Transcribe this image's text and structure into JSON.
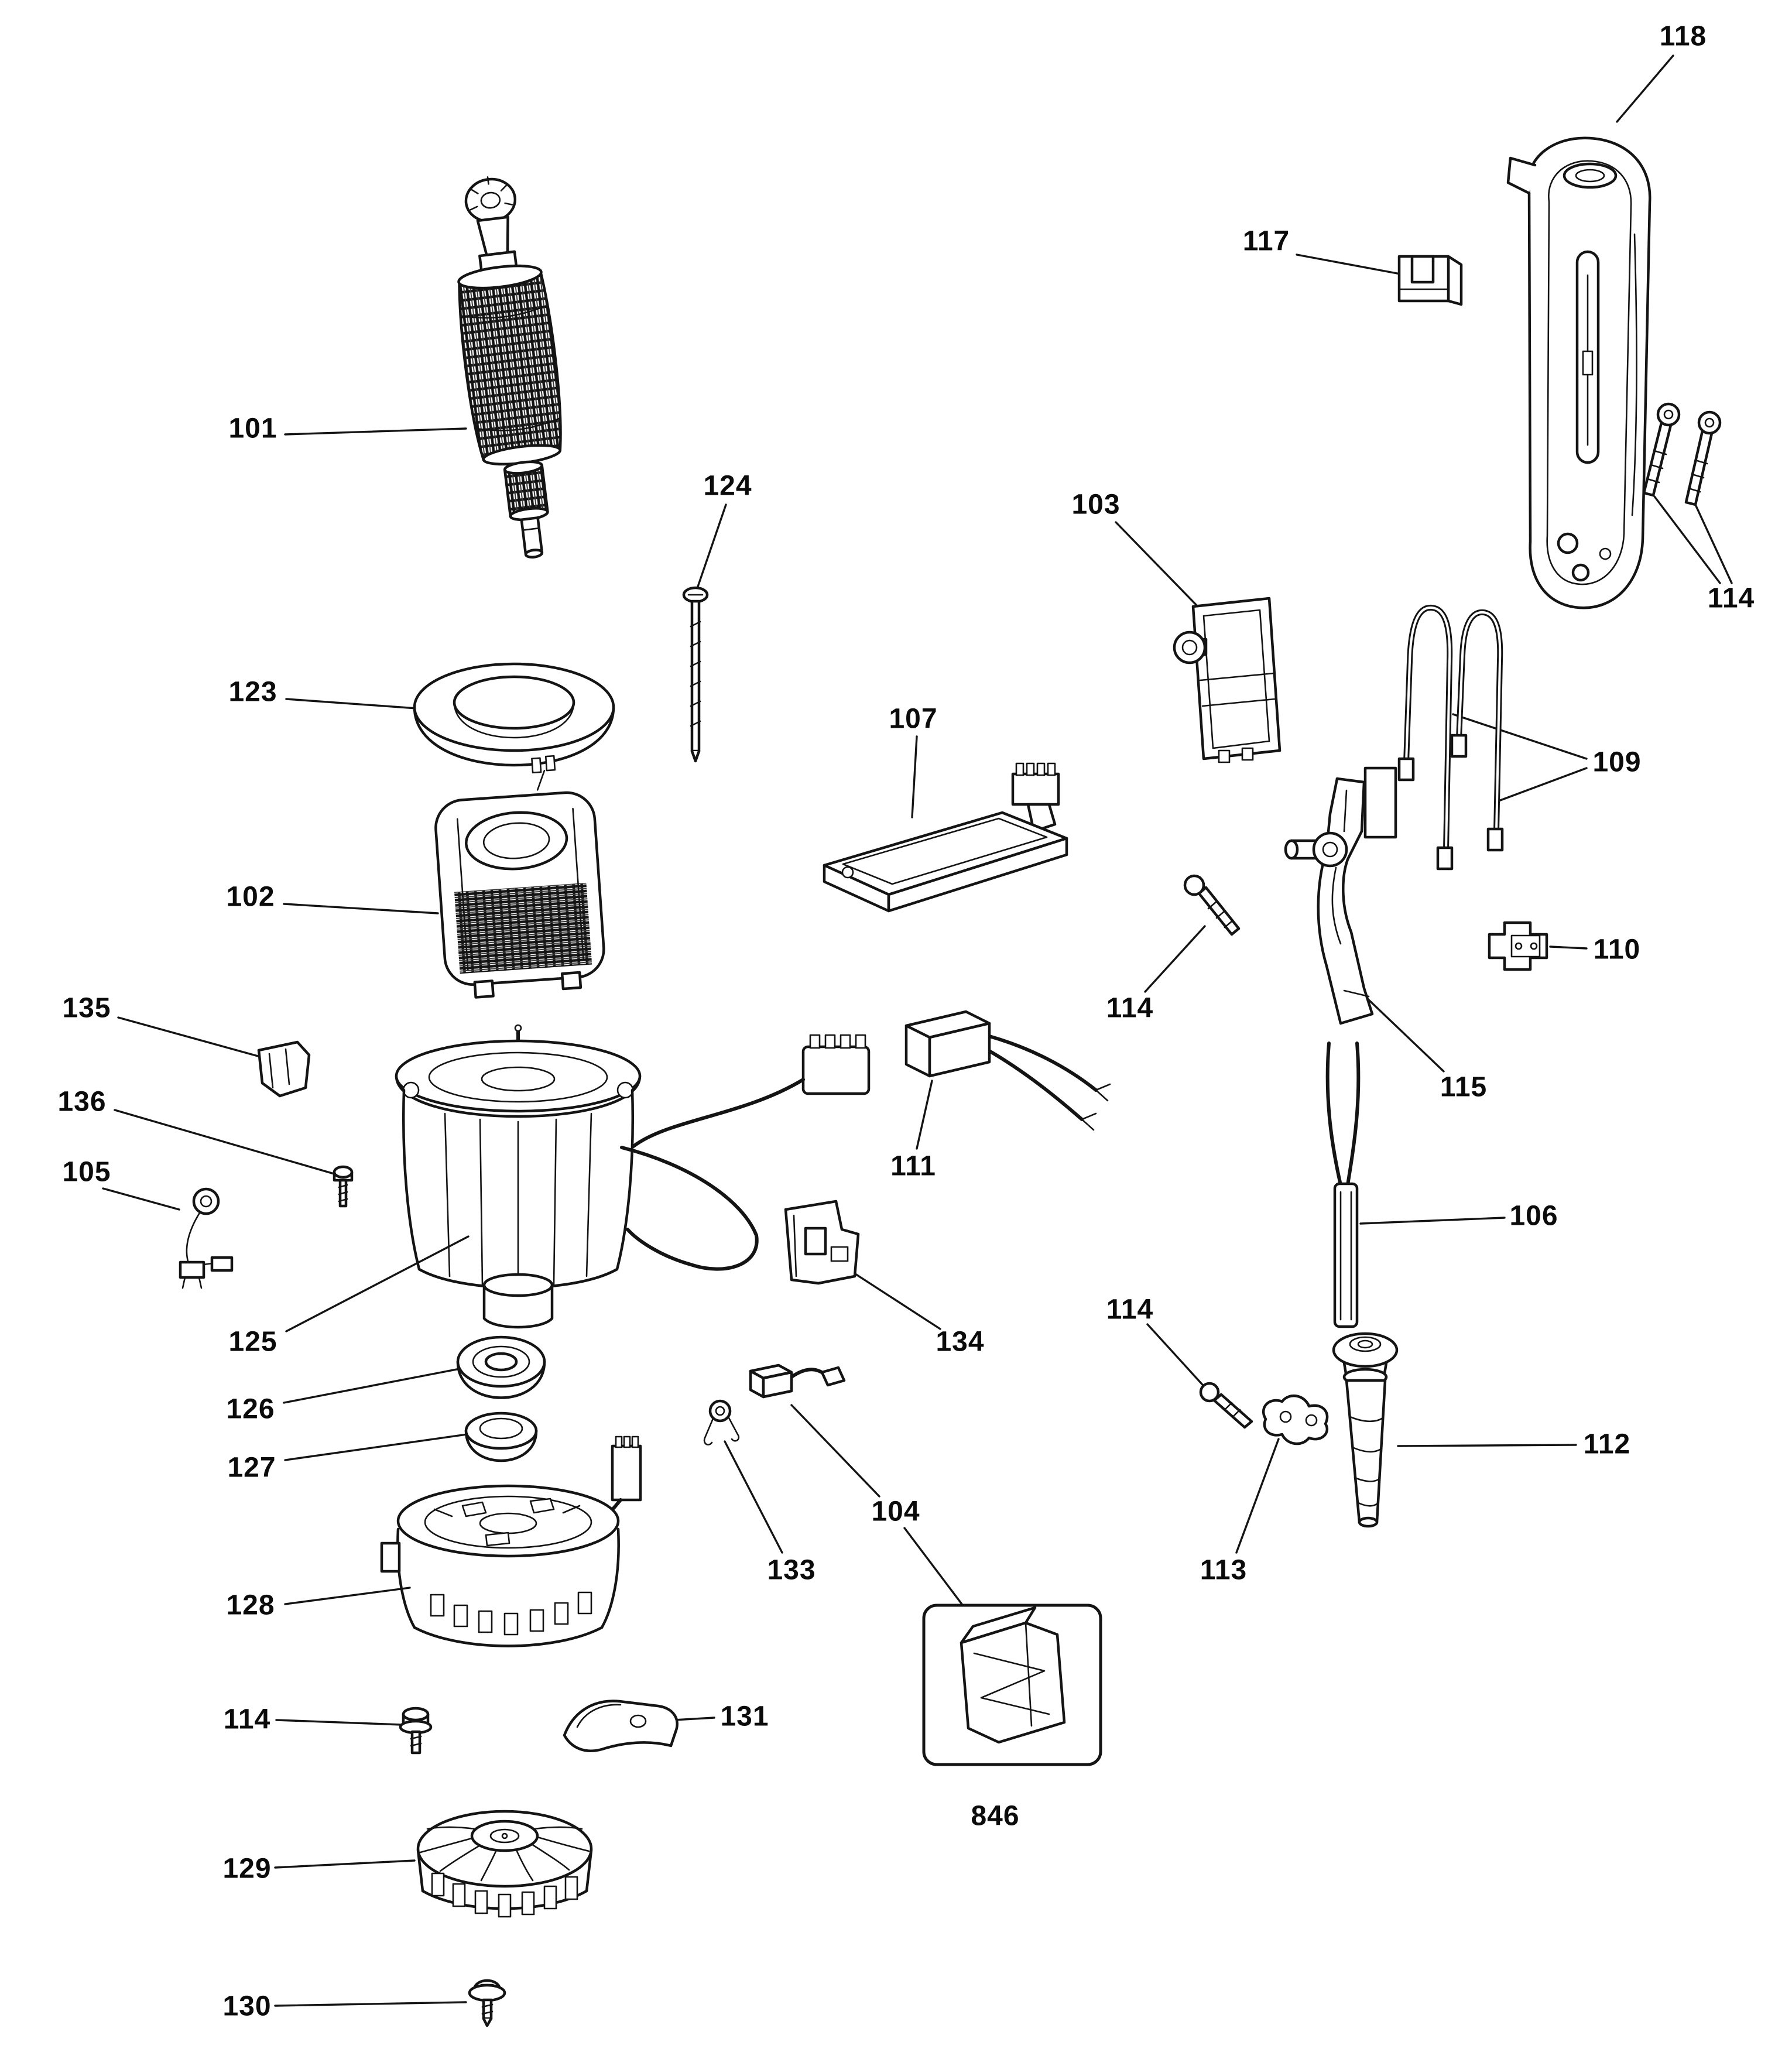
{
  "colors": {
    "ink": "#141414",
    "background": "#ffffff"
  },
  "diagram": {
    "kind": "exploded-parts-diagram",
    "labels": [
      {
        "text": "118",
        "part": "handle-housing"
      },
      {
        "text": "117",
        "part": "brush-cap-clip"
      },
      {
        "text": "101",
        "part": "armature"
      },
      {
        "text": "124",
        "part": "long-screw"
      },
      {
        "text": "103",
        "part": "switch"
      },
      {
        "text": "114",
        "part": "handle-screws"
      },
      {
        "text": "123",
        "part": "retaining-ring"
      },
      {
        "text": "107",
        "part": "electronic-module"
      },
      {
        "text": "109",
        "part": "lead-wires"
      },
      {
        "text": "102",
        "part": "field-stator"
      },
      {
        "text": "110",
        "part": "wire-clip"
      },
      {
        "text": "114",
        "part": "bracket-screw"
      },
      {
        "text": "135",
        "part": "small-clip"
      },
      {
        "text": "115",
        "part": "support-bracket"
      },
      {
        "text": "136",
        "part": "small-screw"
      },
      {
        "text": "111",
        "part": "suppressor"
      },
      {
        "text": "105",
        "part": "contact-assembly"
      },
      {
        "text": "106",
        "part": "cordset-leads"
      },
      {
        "text": "125",
        "part": "motor-housing"
      },
      {
        "text": "134",
        "part": "brush-holder"
      },
      {
        "text": "126",
        "part": "bearing"
      },
      {
        "text": "114",
        "part": "clamp-screw"
      },
      {
        "text": "127",
        "part": "seal-ring"
      },
      {
        "text": "112",
        "part": "cord-protector"
      },
      {
        "text": "104",
        "part": "carbon-brush"
      },
      {
        "text": "133",
        "part": "spring"
      },
      {
        "text": "113",
        "part": "cord-clamp"
      },
      {
        "text": "128",
        "part": "baffle-housing"
      },
      {
        "text": "114",
        "part": "baffle-screw"
      },
      {
        "text": "131",
        "part": "retainer-clip"
      },
      {
        "text": "846",
        "part": "parts-bag"
      },
      {
        "text": "129",
        "part": "fan"
      },
      {
        "text": "130",
        "part": "fan-screw"
      }
    ]
  }
}
